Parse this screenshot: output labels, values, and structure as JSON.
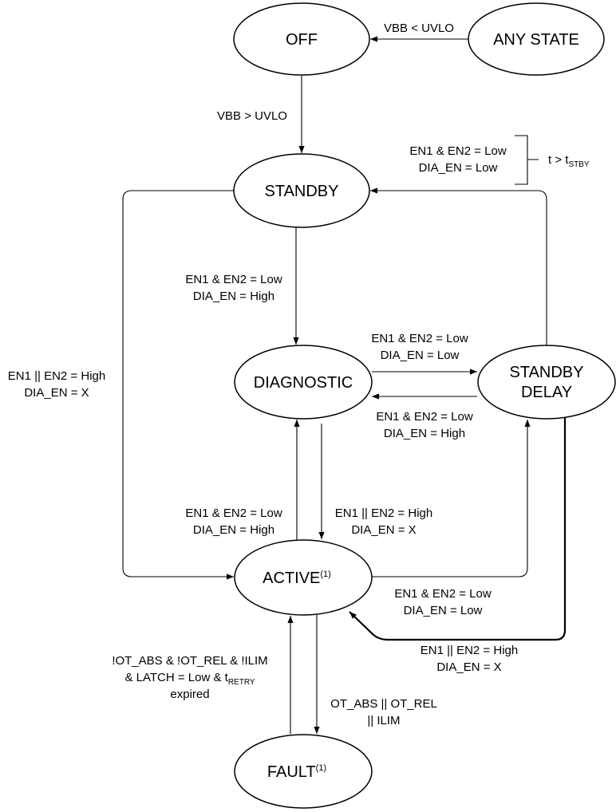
{
  "states": {
    "off": "OFF",
    "any_state": "ANY STATE",
    "standby": "STANDBY",
    "diagnostic": "DIAGNOSTIC",
    "standby_delay_line1": "STANDBY",
    "standby_delay_line2": "DELAY",
    "active": "ACTIVE",
    "fault": "FAULT",
    "footnote_mark": "(1)"
  },
  "transitions": {
    "any_to_off": "VBB < UVLO",
    "off_to_standby": "VBB > UVLO",
    "standby_to_diag": {
      "line1": "EN1 & EN2 = Low",
      "line2": "DIA_EN = High"
    },
    "standby_to_active": {
      "line1": "EN1 || EN2 = High",
      "line2": "DIA_EN = X"
    },
    "delay_to_standby": {
      "line1": "EN1 & EN2 = Low",
      "line2": "DIA_EN = Low",
      "cond_prefix": "t > t",
      "cond_sub": "STBY"
    },
    "diag_to_delay": {
      "line1": "EN1 & EN2 = Low",
      "line2": "DIA_EN = Low"
    },
    "delay_to_diag": {
      "line1": "EN1 & EN2 = Low",
      "line2": "DIA_EN = High"
    },
    "active_to_diag": {
      "line1": "EN1 & EN2 = Low",
      "line2": "DIA_EN = High"
    },
    "diag_to_active": {
      "line1": "EN1 || EN2 = High",
      "line2": "DIA_EN = X"
    },
    "active_to_delay": {
      "line1": "EN1 & EN2 = Low",
      "line2": "DIA_EN = Low"
    },
    "delay_to_active": {
      "line1": "EN1 || EN2 = High",
      "line2": "DIA_EN = X"
    },
    "fault_to_active": {
      "line1": "!OT_ABS & !OT_REL & !ILIM",
      "line2_prefix": "& LATCH = Low & t",
      "line2_sub": "RETRY",
      "line3": "expired"
    },
    "active_to_fault": {
      "line1": "OT_ABS || OT_REL",
      "line2": "|| ILIM"
    }
  }
}
